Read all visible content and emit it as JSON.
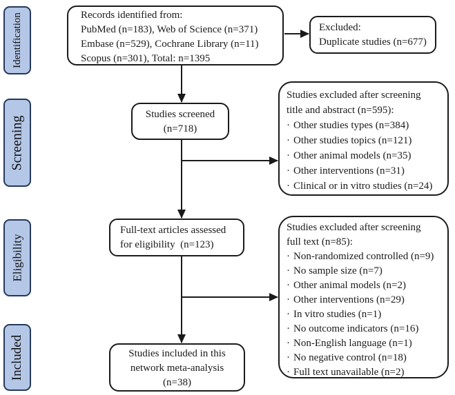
{
  "palette": {
    "stage_fill": "#b4c7e7",
    "stage_border": "#24385b",
    "box_fill": "#ffffff",
    "box_border": "#1a1a1a",
    "arrow_color": "#1a1a1a",
    "text_color": "#1a1a1a"
  },
  "glyphs": {
    "bullet": "·"
  },
  "stages": [
    {
      "label": "Identification"
    },
    {
      "label": "Screening"
    },
    {
      "label": "Eligibility"
    },
    {
      "label": "Included"
    }
  ],
  "boxes": {
    "records": {
      "lines": [
        "Records identified from:",
        "PubMed (n=183), Web of Science (n=371)",
        "Embase (n=529), Cochrane Library (n=11)",
        "Scopus (n=301), Total: n=1395"
      ]
    },
    "duplicates": {
      "lines": [
        "Excluded:",
        "Duplicate studies (n=677)"
      ]
    },
    "screened": {
      "lines": [
        "Studies screened",
        "(n=718)"
      ]
    },
    "screening_excluded": {
      "heading": [
        "Studies excluded after screening",
        "title and abstract (n=595):"
      ],
      "items": [
        "Other studies types (n=384)",
        "Other studies topics (n=121)",
        "Other animal models (n=35)",
        "Other interventions (n=31)",
        "Clinical or in vitro studies (n=24)"
      ]
    },
    "fulltext": {
      "lines": [
        "Full-text articles assessed",
        "for eligibility  (n=123)"
      ]
    },
    "fulltext_excluded": {
      "heading": [
        "Studies excluded after screening",
        "full text (n=85):"
      ],
      "items": [
        "Non-randomized controlled (n=9)",
        "No sample size (n=7)",
        "Other animal models (n=2)",
        "Other interventions (n=29)",
        "In vitro studies (n=1)",
        "No outcome indicators (n=16)",
        "Non-English language (n=1)",
        "No negative control (n=18)",
        "Full text unavailable (n=2)"
      ]
    },
    "included": {
      "lines": [
        "Studies included in this",
        "network meta-analysis",
        "(n=38)"
      ]
    }
  }
}
